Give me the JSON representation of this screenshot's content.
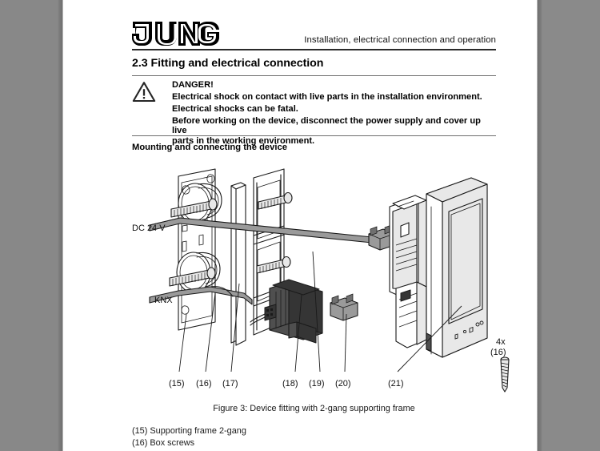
{
  "document": {
    "brand_logo": "jung-logo",
    "header_title": "Installation, electrical connection and operation",
    "section_number_title": "2.3 Fitting and electrical connection"
  },
  "danger": {
    "icon": "warning-triangle-icon",
    "heading": "DANGER!",
    "line1": "Electrical shock on contact with live parts in the installation environment.",
    "line2": "Electrical shocks can be fatal.",
    "line3": "Before working on the device, disconnect the power supply and cover up live",
    "line4": "parts in the working environment."
  },
  "subheading": "Mounting and connecting the device",
  "figure": {
    "caption": "Figure 3: Device fitting with 2-gang supporting frame",
    "wire_labels": {
      "power": "DC 24 V",
      "bus": "KNX"
    },
    "screw_note": {
      "count": "4x",
      "ref": "(16)"
    },
    "callouts": [
      {
        "id": "15",
        "label": "(15)"
      },
      {
        "id": "16",
        "label": "(16)"
      },
      {
        "id": "17",
        "label": "(17)"
      },
      {
        "id": "18",
        "label": "(18)"
      },
      {
        "id": "19",
        "label": "(19)"
      },
      {
        "id": "20",
        "label": "(20)"
      },
      {
        "id": "21",
        "label": "(21)"
      }
    ]
  },
  "legend_items": [
    "(15) Supporting frame 2-gang",
    "(16) Box screws"
  ],
  "colors": {
    "page_background": "#ffffff",
    "viewer_background": "#808080",
    "text": "#000000",
    "rule_strong": "#2a2a2a",
    "rule_light": "#6e6e6e",
    "diagram_line": "#1a1a1a",
    "diagram_mid_gray": "#8d8d8d",
    "diagram_dark_gray": "#4a4a4a",
    "diagram_light_gray": "#d8d8d8"
  }
}
